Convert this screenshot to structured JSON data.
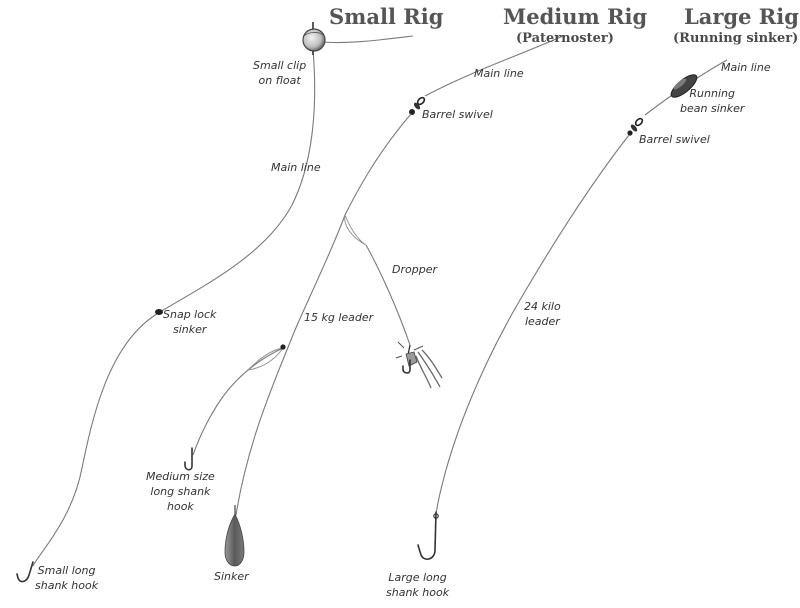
{
  "titles": {
    "small": "Small Rig",
    "medium": "Medium Rig",
    "medium_sub": "(Paternoster)",
    "large": "Large Rig",
    "large_sub": "(Running sinker)"
  },
  "small_rig": {
    "clip_line1": "Small clip",
    "clip_line2": "on float",
    "main_line": "Main line",
    "sinker_line1": "Snap lock",
    "sinker_line2": "sinker",
    "hook_line1": "Small long",
    "hook_line2": "shank hook"
  },
  "medium_rig": {
    "main_line": "Main line",
    "swivel": "Barrel swivel",
    "dropper": "Dropper",
    "leader": "15 kg leader",
    "hook_line1": "Medium size",
    "hook_line2": "long shank",
    "hook_line3": "hook",
    "sinker": "Sinker"
  },
  "large_rig": {
    "main_line": "Main line",
    "sinker_line1": "Running",
    "sinker_line2": "bean sinker",
    "swivel": "Barrel swivel",
    "leader_line1": "24 kilo",
    "leader_line2": "leader",
    "hook_line1": "Large long",
    "hook_line2": "shank hook"
  },
  "colors": {
    "line": "#7a7a7a",
    "hook": "#333333",
    "sinker": "#555555",
    "title": "#555555"
  },
  "icons": [
    "float-icon",
    "barrel-swivel-icon",
    "snap-lock-sinker-icon",
    "sinker-icon",
    "bean-sinker-icon",
    "hook-icon",
    "fly-lure-icon"
  ]
}
